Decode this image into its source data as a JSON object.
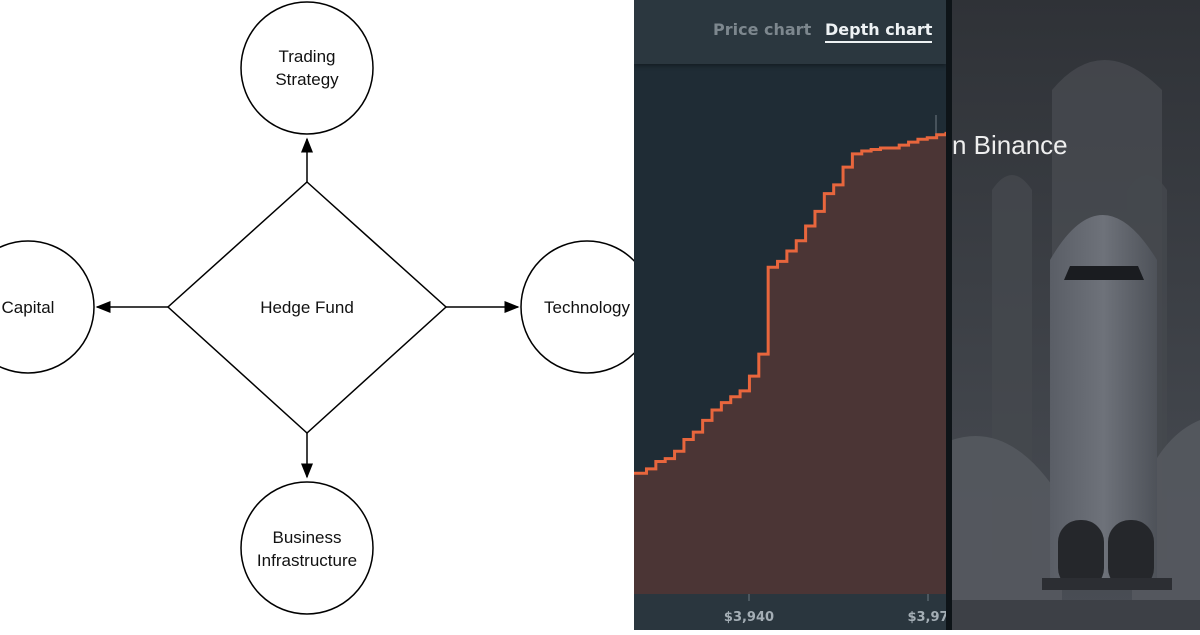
{
  "diagram": {
    "center": "Hedge Fund",
    "top": [
      "Trading",
      "Strategy"
    ],
    "left": "Capital",
    "right": "Technology",
    "bottom": [
      "Business",
      "Infrastructure"
    ]
  },
  "depth_chart": {
    "tabs": [
      {
        "label": "Price chart",
        "active": false
      },
      {
        "label": "Depth chart",
        "active": true
      }
    ],
    "colors": {
      "line": "#e8663d",
      "fill": "#4b3535",
      "background": "#1f2c35"
    }
  },
  "art_panel": {
    "text": "n Binance",
    "icon": "space-shuttle-icon"
  },
  "chart_data": {
    "type": "area",
    "x_tick_labels": [
      "$3,940",
      "$3,97"
    ],
    "y_ticks": [
      0,
      50,
      100,
      150,
      200,
      250,
      300
    ],
    "ylim": [
      0,
      320
    ],
    "series": [
      {
        "x": [
          0,
          1,
          4,
          7,
          10,
          13,
          16,
          19,
          22,
          25,
          28,
          31,
          34,
          37,
          40,
          43,
          46,
          49,
          52,
          55,
          58,
          61,
          64,
          67,
          70,
          73,
          76,
          79,
          82,
          85,
          88,
          91,
          94,
          97,
          100
        ],
        "values": [
          82,
          82,
          85,
          90,
          92,
          97,
          105,
          110,
          118,
          125,
          130,
          134,
          138,
          148,
          163,
          222,
          226,
          233,
          240,
          250,
          260,
          272,
          278,
          290,
          299,
          301,
          302,
          303,
          303,
          305,
          307,
          309,
          310,
          312,
          314
        ]
      }
    ]
  }
}
